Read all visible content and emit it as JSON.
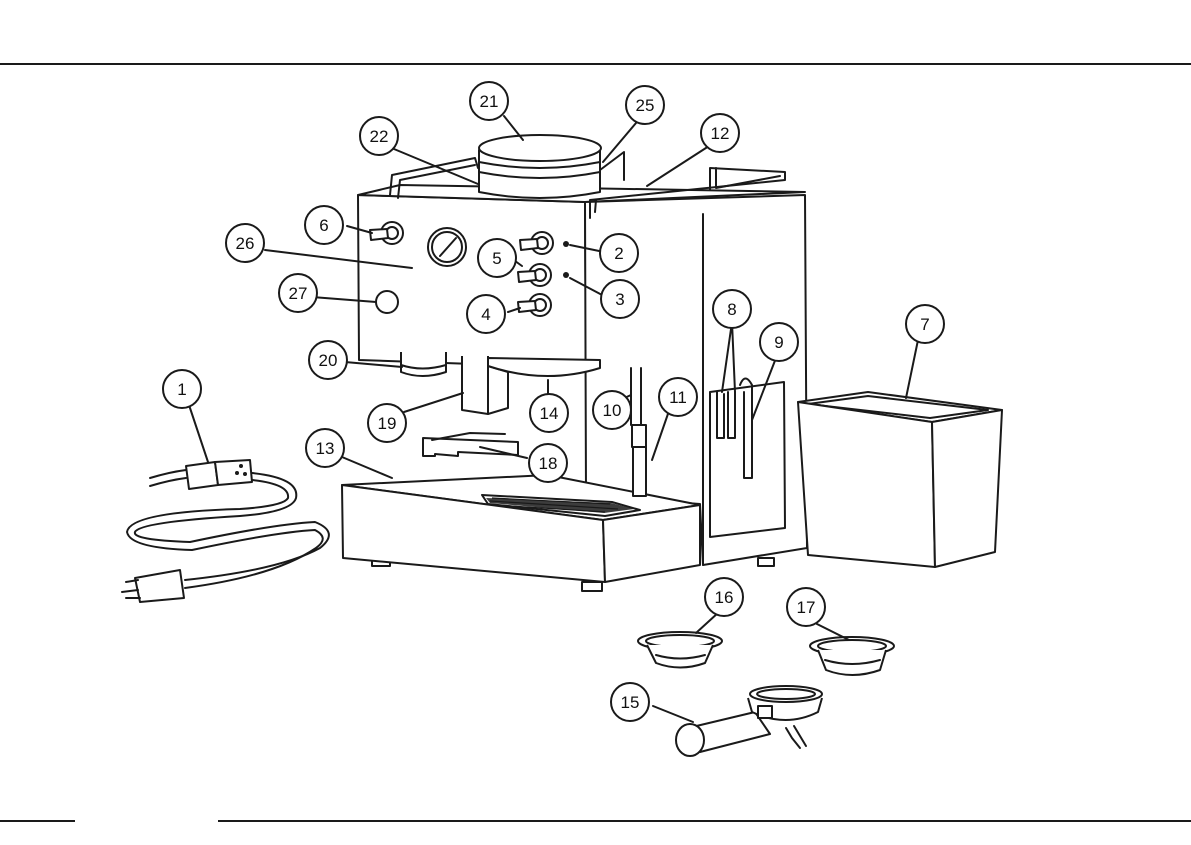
{
  "callouts": [
    {
      "label": "1"
    },
    {
      "label": "2"
    },
    {
      "label": "3"
    },
    {
      "label": "4"
    },
    {
      "label": "5"
    },
    {
      "label": "6"
    },
    {
      "label": "7"
    },
    {
      "label": "8"
    },
    {
      "label": "9"
    },
    {
      "label": "10"
    },
    {
      "label": "11"
    },
    {
      "label": "12"
    },
    {
      "label": "13"
    },
    {
      "label": "14"
    },
    {
      "label": "15"
    },
    {
      "label": "16"
    },
    {
      "label": "17"
    },
    {
      "label": "18"
    },
    {
      "label": "19"
    },
    {
      "label": "20"
    },
    {
      "label": "21"
    },
    {
      "label": "22"
    },
    {
      "label": "25"
    },
    {
      "label": "26"
    },
    {
      "label": "27"
    }
  ],
  "colors": {
    "line": "#1a1a1a",
    "background": "#ffffff"
  }
}
